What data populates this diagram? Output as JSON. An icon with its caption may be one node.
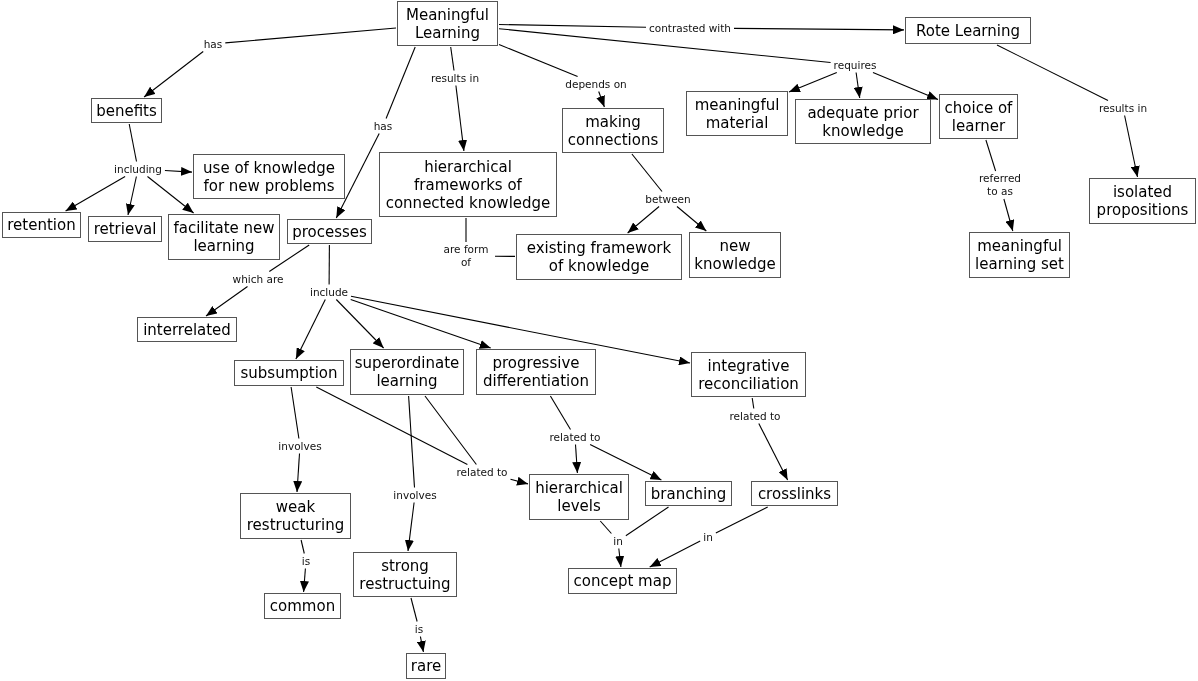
{
  "diagram": {
    "nodes": [
      {
        "text": [
          "Meaningful Learning"
        ]
      },
      {
        "text": [
          "has"
        ]
      },
      {
        "text": [
          "contrasted with"
        ]
      },
      {
        "text": [
          "Rote Learning"
        ]
      },
      {
        "text": [
          "results in"
        ]
      },
      {
        "text": [
          "depends on"
        ]
      },
      {
        "text": [
          "requires"
        ]
      },
      {
        "text": [
          "results in"
        ]
      },
      {
        "text": [
          "benefits"
        ]
      },
      {
        "text": [
          "has"
        ]
      },
      {
        "text": [
          "making connections"
        ]
      },
      {
        "text": [
          "meaningful material"
        ]
      },
      {
        "text": [
          "adequate prior knowledge"
        ]
      },
      {
        "text": [
          "choice of learner"
        ]
      },
      {
        "text": [
          "hierarchical frameworks of connected knowledge"
        ]
      },
      {
        "text": [
          "use of knowledge for new problems"
        ]
      },
      {
        "text": [
          "including"
        ]
      },
      {
        "text": [
          "isolated propositions"
        ]
      },
      {
        "text": [
          "referred to as"
        ]
      },
      {
        "text": [
          "between"
        ]
      },
      {
        "text": [
          "retention"
        ]
      },
      {
        "text": [
          "retrieval"
        ]
      },
      {
        "text": [
          "facilitate new learning"
        ]
      },
      {
        "text": [
          "processes"
        ]
      },
      {
        "text": [
          "existing framework of knowledge"
        ]
      },
      {
        "text": [
          "new knowledge"
        ]
      },
      {
        "text": [
          "are form of"
        ]
      },
      {
        "text": [
          "meaningful learning set"
        ]
      },
      {
        "text": [
          "which are"
        ]
      },
      {
        "text": [
          "include"
        ]
      },
      {
        "text": [
          "interrelated"
        ]
      },
      {
        "text": [
          "subsumption"
        ]
      },
      {
        "text": [
          "superordinate learning"
        ]
      },
      {
        "text": [
          "progressive differentiation"
        ]
      },
      {
        "text": [
          "integrative reconciliation"
        ]
      },
      {
        "text": [
          "related to"
        ]
      },
      {
        "text": [
          "related to"
        ]
      },
      {
        "text": [
          "involves"
        ]
      },
      {
        "text": [
          "related to"
        ]
      },
      {
        "text": [
          "branching"
        ]
      },
      {
        "text": [
          "crosslinks"
        ]
      },
      {
        "text": [
          "hierarchical levels"
        ]
      },
      {
        "text": [
          "involves"
        ]
      },
      {
        "text": [
          "weak restructuring"
        ]
      },
      {
        "text": [
          "in"
        ]
      },
      {
        "text": [
          "in"
        ]
      },
      {
        "text": [
          "is"
        ]
      },
      {
        "text": [
          "strong restructuing"
        ]
      },
      {
        "text": [
          "concept map"
        ]
      },
      {
        "text": [
          "common"
        ]
      },
      {
        "text": [
          "is"
        ]
      },
      {
        "text": [
          "rare"
        ]
      }
    ],
    "edges": [
      {
        "from": 0,
        "to": 1,
        "arrow": "none"
      },
      {
        "from": 1,
        "to": 8,
        "arrow": "to"
      },
      {
        "from": 0,
        "to": 2,
        "arrow": "none"
      },
      {
        "from": 2,
        "to": 3,
        "arrow": "to"
      },
      {
        "from": 0,
        "to": 4,
        "arrow": "none"
      },
      {
        "from": 4,
        "to": 14,
        "arrow": "to"
      },
      {
        "from": 0,
        "to": 9,
        "arrow": "none"
      },
      {
        "from": 9,
        "to": 23,
        "arrow": "to"
      },
      {
        "from": 0,
        "to": 5,
        "arrow": "none"
      },
      {
        "from": 5,
        "to": 10,
        "arrow": "to"
      },
      {
        "from": 0,
        "to": 6,
        "arrow": "none"
      },
      {
        "from": 6,
        "to": 11,
        "arrow": "to"
      },
      {
        "from": 6,
        "to": 12,
        "arrow": "to"
      },
      {
        "from": 6,
        "to": 13,
        "arrow": "to"
      },
      {
        "from": 3,
        "to": 7,
        "arrow": "none"
      },
      {
        "from": 7,
        "to": 17,
        "arrow": "to"
      },
      {
        "from": 8,
        "to": 16,
        "arrow": "none"
      },
      {
        "from": 16,
        "to": 15,
        "arrow": "to"
      },
      {
        "from": 16,
        "to": 20,
        "arrow": "to"
      },
      {
        "from": 16,
        "to": 21,
        "arrow": "to"
      },
      {
        "from": 16,
        "to": 22,
        "arrow": "to"
      },
      {
        "from": 10,
        "to": 19,
        "arrow": "none"
      },
      {
        "from": 19,
        "to": 24,
        "arrow": "to"
      },
      {
        "from": 19,
        "to": 25,
        "arrow": "to"
      },
      {
        "from": 14,
        "to": 26,
        "arrow": "none"
      },
      {
        "from": 26,
        "to": 24,
        "arrow": "none"
      },
      {
        "from": 13,
        "to": 18,
        "arrow": "none"
      },
      {
        "from": 18,
        "to": 27,
        "arrow": "to"
      },
      {
        "from": 23,
        "to": 28,
        "arrow": "none"
      },
      {
        "from": 28,
        "to": 30,
        "arrow": "to"
      },
      {
        "from": 23,
        "to": 29,
        "arrow": "none"
      },
      {
        "from": 29,
        "to": 31,
        "arrow": "to"
      },
      {
        "from": 29,
        "to": 32,
        "arrow": "to"
      },
      {
        "from": 29,
        "to": 33,
        "arrow": "to"
      },
      {
        "from": 29,
        "to": 34,
        "arrow": "to"
      },
      {
        "from": 31,
        "to": 37,
        "arrow": "none"
      },
      {
        "from": 37,
        "to": 43,
        "arrow": "to"
      },
      {
        "from": 32,
        "to": 42,
        "arrow": "none"
      },
      {
        "from": 42,
        "to": 47,
        "arrow": "to"
      },
      {
        "from": 31,
        "to": 38,
        "arrow": "none"
      },
      {
        "from": 32,
        "to": 38,
        "arrow": "none"
      },
      {
        "from": 38,
        "to": 41,
        "arrow": "to"
      },
      {
        "from": 33,
        "to": 36,
        "arrow": "none"
      },
      {
        "from": 36,
        "to": 41,
        "arrow": "to"
      },
      {
        "from": 36,
        "to": 39,
        "arrow": "to"
      },
      {
        "from": 34,
        "to": 35,
        "arrow": "none"
      },
      {
        "from": 35,
        "to": 40,
        "arrow": "to"
      },
      {
        "from": 43,
        "to": 46,
        "arrow": "none"
      },
      {
        "from": 46,
        "to": 49,
        "arrow": "to"
      },
      {
        "from": 47,
        "to": 50,
        "arrow": "none"
      },
      {
        "from": 50,
        "to": 51,
        "arrow": "to"
      },
      {
        "from": 41,
        "to": 45,
        "arrow": "none"
      },
      {
        "from": 39,
        "to": 45,
        "arrow": "none"
      },
      {
        "from": 45,
        "to": 48,
        "arrow": "to"
      },
      {
        "from": 40,
        "to": 44,
        "arrow": "none"
      },
      {
        "from": 44,
        "to": 48,
        "arrow": "to"
      }
    ]
  }
}
